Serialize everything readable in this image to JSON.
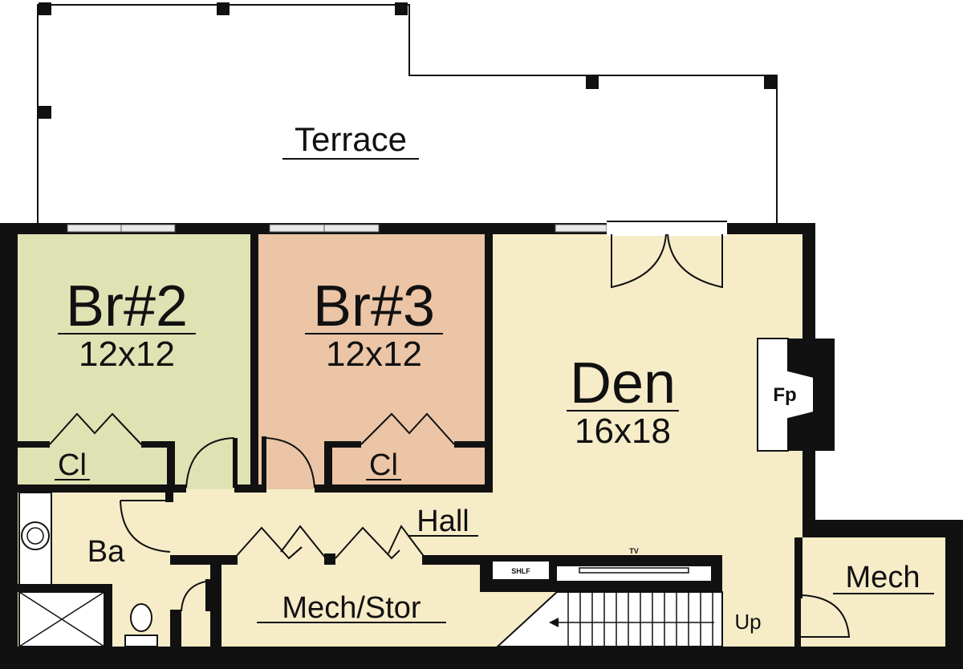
{
  "rooms": {
    "terrace": {
      "label": "Terrace"
    },
    "br2": {
      "label": "Br#2",
      "size": "12x12"
    },
    "br3": {
      "label": "Br#3",
      "size": "12x12"
    },
    "den": {
      "label": "Den",
      "size": "16x18"
    },
    "closet_br2": {
      "label": "Cl"
    },
    "closet_br3": {
      "label": "Cl"
    },
    "hall": {
      "label": "Hall"
    },
    "bath": {
      "label": "Ba"
    },
    "mech_stor": {
      "label": "Mech/Stor"
    },
    "mech": {
      "label": "Mech"
    }
  },
  "fixtures": {
    "fireplace": "Fp",
    "shelf": "SHLF",
    "tv": "TV",
    "stairs": "Up"
  },
  "colors": {
    "br2": "#dfe3b4",
    "br3": "#ebc5a6",
    "den": "#f6ecc8",
    "wall": "#111111"
  }
}
